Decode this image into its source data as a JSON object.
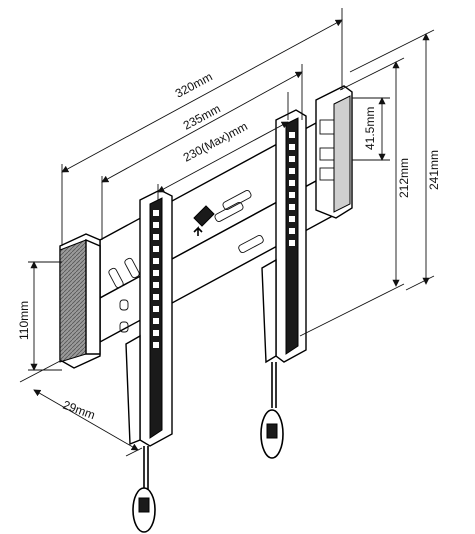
{
  "diagram": {
    "dimensions": {
      "width_overall": "320mm",
      "width_rails": "235mm",
      "width_max_spacing": "230(Max)mm",
      "height_bracket": "41.5mm",
      "height_plate": "212mm",
      "height_overall": "241mm",
      "height_spacer": "110mm",
      "depth": "29mm"
    }
  }
}
